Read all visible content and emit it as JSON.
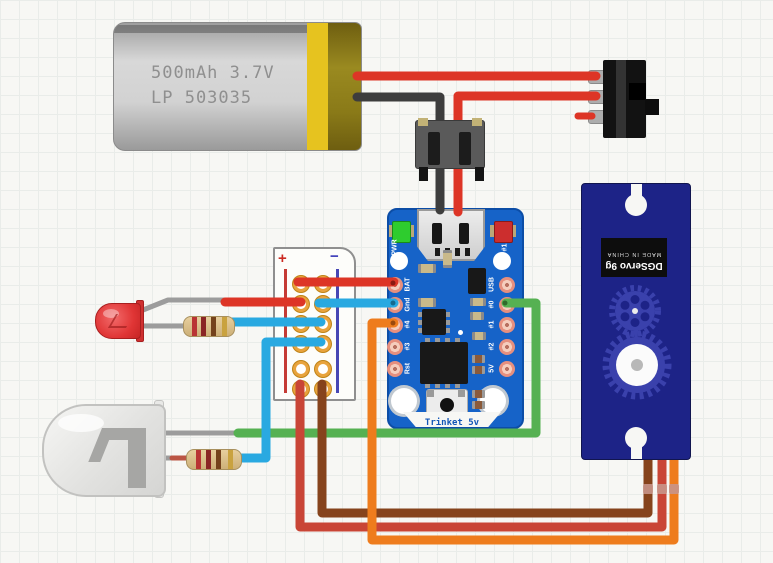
{
  "battery": {
    "line1": "500mAh 3.7V",
    "line2": "LP 503035"
  },
  "perfboard": {
    "plus": "+",
    "minus": "−"
  },
  "trinket": {
    "name": "Trinket 5v",
    "left_pins": [
      "BAT",
      "Gnd",
      "#4",
      "#3",
      "Rst"
    ],
    "right_pins": [
      "USB",
      "#0",
      "#1",
      "#2",
      "5V"
    ],
    "pwr_led_label": "PWR",
    "num1_led_label": "#1"
  },
  "servo": {
    "model": "DGServo 9g",
    "origin": "MADE IN CHINA"
  },
  "colors": {
    "red": "#dd3526",
    "servo_red": "#c94536",
    "black": "#3d3d3d",
    "cyan": "#29a9e1",
    "green": "#56b152",
    "orange": "#ee7c1d",
    "brown": "#86431c",
    "leg_gray": "#9c9c9c",
    "leg_red_tip": "#bb5544",
    "board_blue": "#1663c8",
    "servo_blue": "#1d2387",
    "gear_blue": "#3a41ac"
  }
}
